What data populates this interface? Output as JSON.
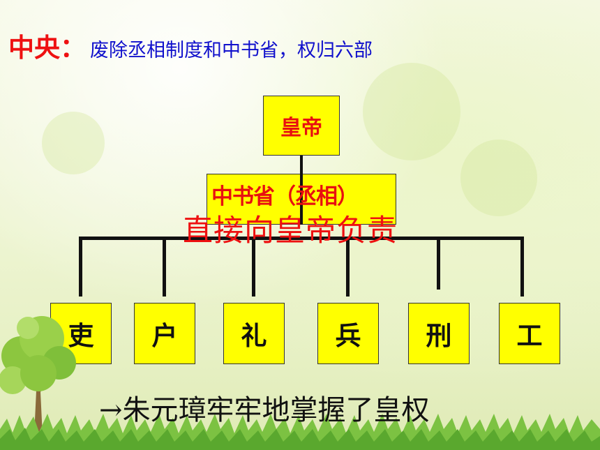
{
  "title": {
    "key": "中央：",
    "text": "废除丞相制度和中书省，权归六部"
  },
  "emperor": "皇帝",
  "zhongshu": "中书省（丞相）",
  "overlay_text": "直接向皇帝负责",
  "departments": [
    "吏",
    "户",
    "礼",
    "兵",
    "刑",
    "工"
  ],
  "conclusion": "→朱元璋牢牢地掌握了皇权",
  "colors": {
    "box_fill": "#ffff00",
    "accent_red": "#ee1111",
    "title_blue": "#1010cc"
  }
}
